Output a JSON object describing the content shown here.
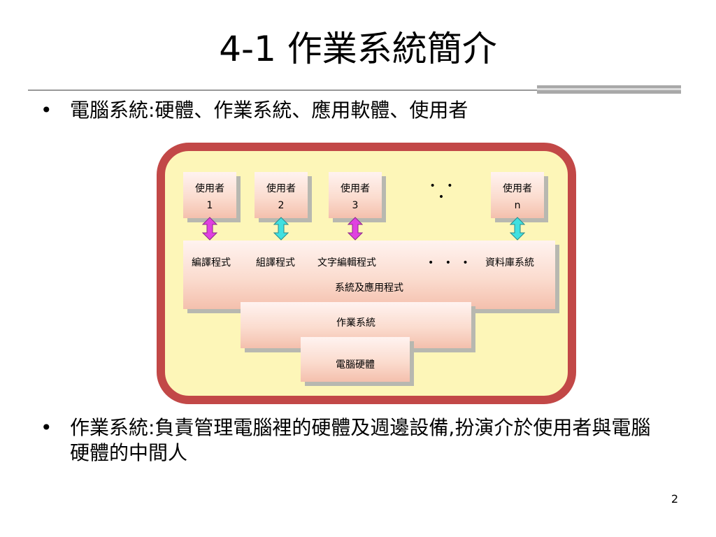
{
  "slide": {
    "title": "4-1 作業系統簡介",
    "page_number": "2"
  },
  "bullets": [
    {
      "marker": "•",
      "text": "電腦系統:硬體、作業系統、應用軟體、使用者"
    },
    {
      "marker": "•",
      "text": "作業系統:負責管理電腦裡的硬體及週邊設備,扮演介於使用者與電腦硬體的中間人"
    }
  ],
  "diagram": {
    "users": [
      {
        "label": "使用者",
        "index": "1",
        "arrow_color": "#e040e0"
      },
      {
        "label": "使用者",
        "index": "2",
        "arrow_color": "#40e0e0"
      },
      {
        "label": "使用者",
        "index": "3",
        "arrow_color": "#e040e0"
      },
      {
        "label": "使用者",
        "index": "n",
        "arrow_color": "#40e0e0"
      }
    ],
    "users_ellipsis": "• • •",
    "programs": [
      "編譯程式",
      "組譯程式",
      "文字編輯程式",
      "• • •",
      "資料庫系統"
    ],
    "apps_layer_label": "系統及應用程式",
    "os_layer_label": "作業系統",
    "hardware_layer_label": "電腦硬體",
    "colors": {
      "frame_border": "#c24847",
      "frame_fill": "#fdf6b8",
      "box_fill": "#fbdccf"
    }
  }
}
